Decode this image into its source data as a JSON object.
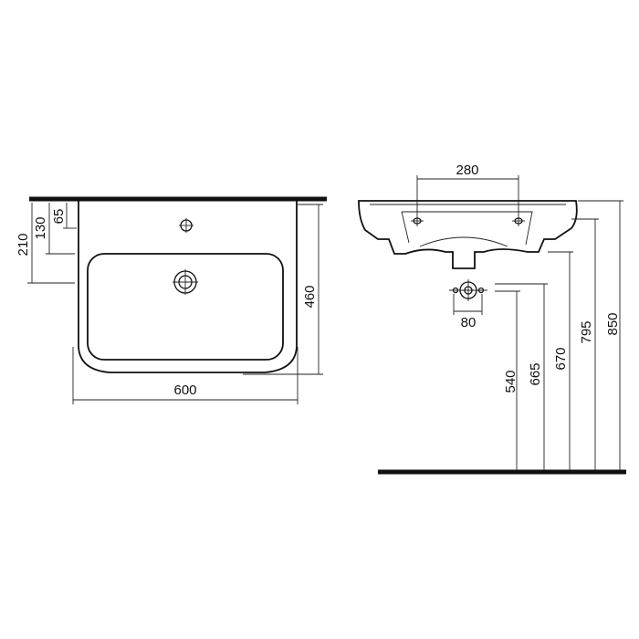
{
  "top_view": {
    "dim_total_width": "600",
    "dim_depth": "460",
    "dim_wall_to_basin": "210",
    "dim_wall_to_tap": "130",
    "dim_wall_to_tap_hole": "65"
  },
  "side_view": {
    "dim_fixing_spacing": "280",
    "dim_waste_width": "80",
    "dim_height_540": "540",
    "dim_height_665": "665",
    "dim_height_670": "670",
    "dim_height_795": "795",
    "dim_height_850": "850"
  }
}
